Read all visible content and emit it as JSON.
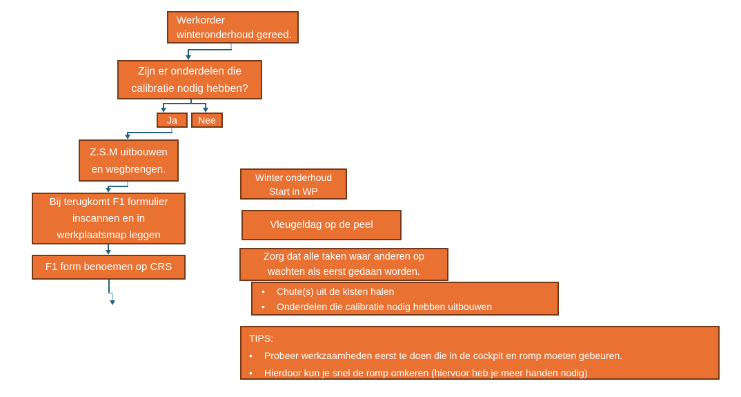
{
  "colors": {
    "box_fill": "#E97132",
    "box_border": "#743819",
    "box_text": "#FFFFFF",
    "connector_dark": "#21637E",
    "connector_light": "#A7C6D8",
    "background": "#FFFFFF"
  },
  "bullets": {
    "char": "•"
  },
  "flowchart": {
    "werkorder": {
      "lines": [
        "Werkorder",
        "winteronderhoud gereed."
      ]
    },
    "zijn_er": {
      "lines": [
        "Zijn er onderdelen die",
        "calibratie nodig hebben?"
      ]
    },
    "ja": {
      "label": "Ja"
    },
    "nee": {
      "label": "Nee"
    },
    "zsm": {
      "lines": [
        "Z.S.M uitbouwen",
        "en wegbrengen."
      ]
    },
    "bij_terugkomt": {
      "lines": [
        "Bij terugkomt F1 formulier",
        "inscannen en in",
        "werkplaatsmap leggen"
      ]
    },
    "f1_form": {
      "label": "F1 form benoemen op CRS"
    }
  },
  "notes": {
    "winter": {
      "lines": [
        "Winter onderhoud",
        "Start in WP"
      ]
    },
    "vleugeldag": {
      "label": "Vleugeldag op de peel"
    },
    "zorg": {
      "lines": [
        "Zorg dat alle taken waar anderen op",
        "wachten als eerst gedaan worden."
      ]
    },
    "taken": {
      "items": [
        "Chute(s) uit de kisten halen",
        "Onderdelen die calibratie nodig hebben uitbouwen"
      ]
    },
    "tips": {
      "title": "TIPS:",
      "items": [
        "Probeer werkzaamheden eerst te doen die in de cockpit en romp moeten gebeuren.",
        "Hierdoor kun je snel de romp omkeren (hiervoor heb je meer handen nodig)"
      ]
    }
  }
}
